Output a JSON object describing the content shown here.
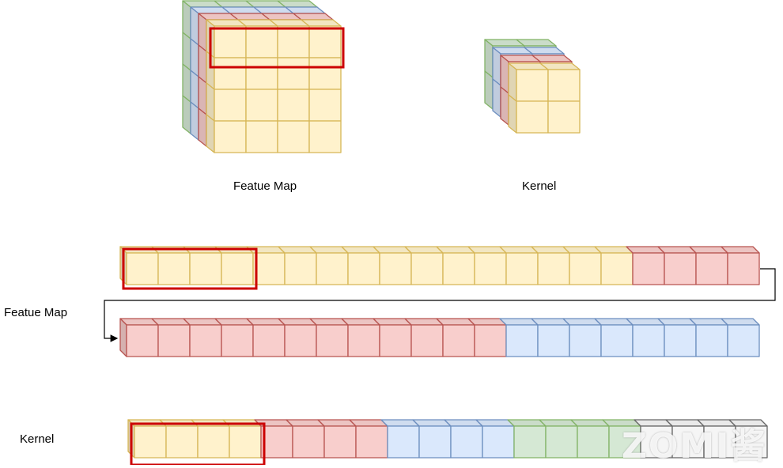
{
  "labels": {
    "top_feature_map": "Featue Map",
    "top_kernel": "Kernel",
    "row_feature_map": "Featue Map",
    "row_kernel": "Kernel"
  },
  "watermark": {
    "text": "ZOMI酱"
  },
  "colors": {
    "yellow_fill": "#fff2cc",
    "yellow_stroke": "#d6b656",
    "red_fill": "#f8cecc",
    "red_stroke": "#b85450",
    "blue_fill": "#dae8fc",
    "blue_stroke": "#6c8ebf",
    "green_fill": "#d5e8d4",
    "green_stroke": "#82b366",
    "gray_fill": "#f5f5f5",
    "gray_stroke": "#666666",
    "highlight": "#cc0000"
  },
  "feature_map_cube": {
    "rows": 4,
    "cols": 4,
    "channels": [
      "green",
      "blue",
      "red",
      "yellow"
    ]
  },
  "kernel_cube": {
    "rows": 2,
    "cols": 2,
    "channels": [
      "green",
      "blue",
      "red",
      "yellow"
    ]
  },
  "flattened_feature_map": {
    "row1": [
      "yellow",
      "yellow",
      "yellow",
      "yellow",
      "yellow",
      "yellow",
      "yellow",
      "yellow",
      "yellow",
      "yellow",
      "yellow",
      "yellow",
      "yellow",
      "yellow",
      "yellow",
      "yellow",
      "red",
      "red",
      "red",
      "red"
    ],
    "row2": [
      "red",
      "red",
      "red",
      "red",
      "red",
      "red",
      "red",
      "red",
      "red",
      "red",
      "red",
      "red",
      "blue",
      "blue",
      "blue",
      "blue",
      "blue",
      "blue",
      "blue",
      "blue"
    ]
  },
  "flattened_kernel": {
    "row": [
      "yellow",
      "yellow",
      "yellow",
      "yellow",
      "red",
      "red",
      "red",
      "red",
      "blue",
      "blue",
      "blue",
      "blue",
      "green",
      "green",
      "green",
      "green",
      "gray",
      "gray",
      "gray",
      "gray"
    ]
  }
}
